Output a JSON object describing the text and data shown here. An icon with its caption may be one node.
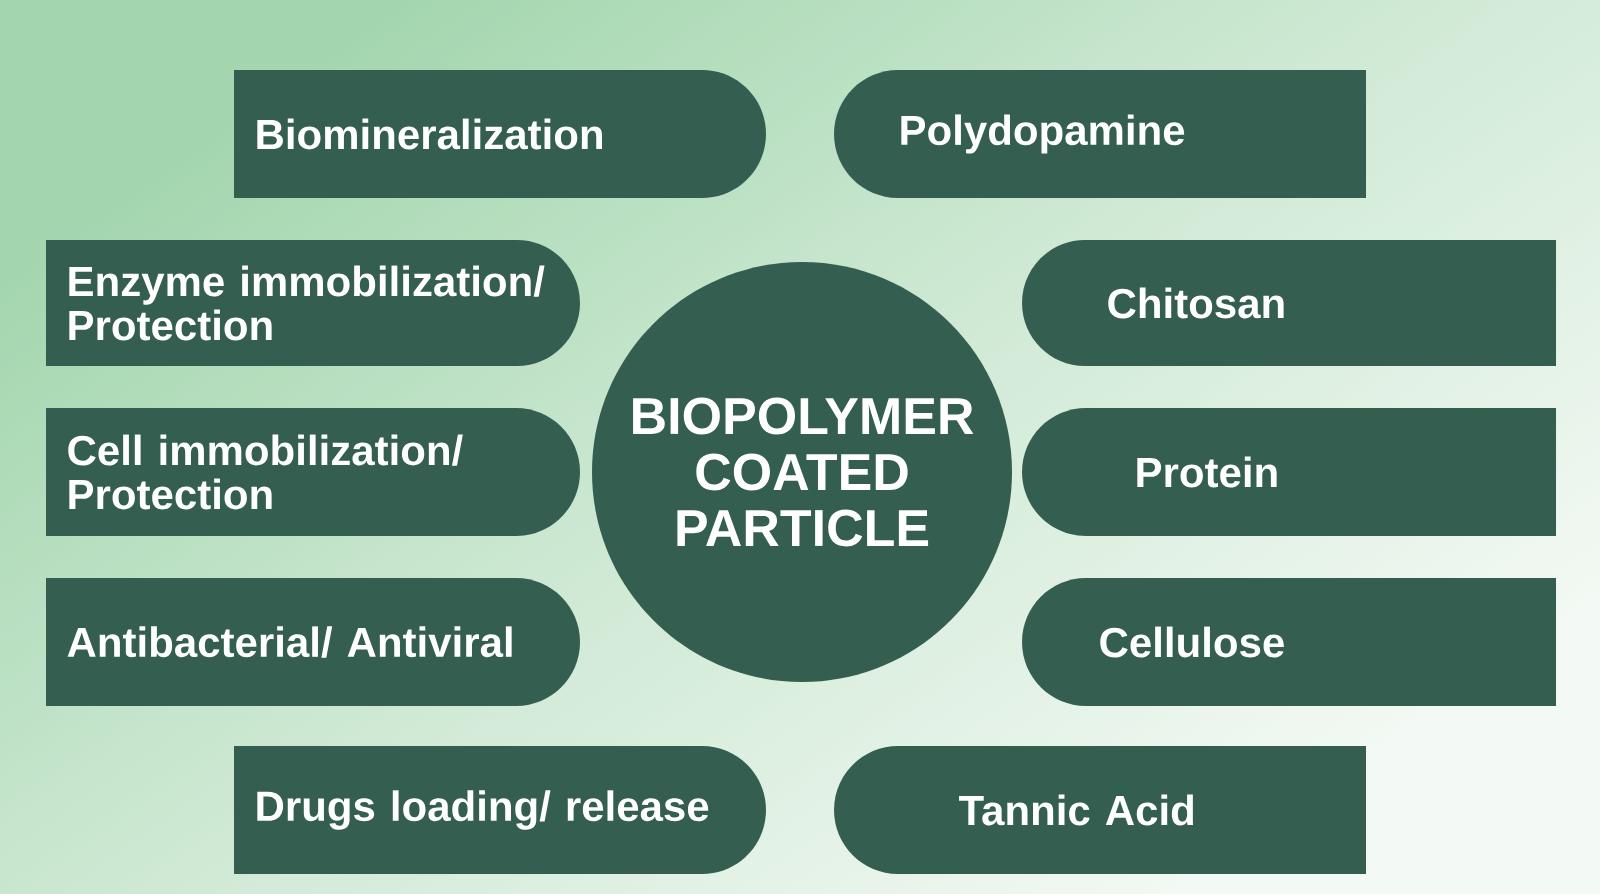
{
  "diagram": {
    "nodes": [
      {
        "text": [
          "Biomineralization"
        ]
      },
      {
        "text": [
          "Polydopamine"
        ]
      },
      {
        "text": [
          "Enzyme immobilization/ Protection"
        ]
      },
      {
        "text": [
          "Chitosan"
        ]
      },
      {
        "text": [
          "BIOPOLYMER COATED PARTICLE"
        ]
      },
      {
        "text": [
          "Cell immobilization/ Protection"
        ]
      },
      {
        "text": [
          "Protein"
        ]
      },
      {
        "text": [
          "Antibacterial/ Antiviral"
        ]
      },
      {
        "text": [
          "Cellulose"
        ]
      },
      {
        "text": [
          "Drugs loading/ release"
        ]
      },
      {
        "text": [
          "Tannic Acid"
        ]
      }
    ]
  }
}
